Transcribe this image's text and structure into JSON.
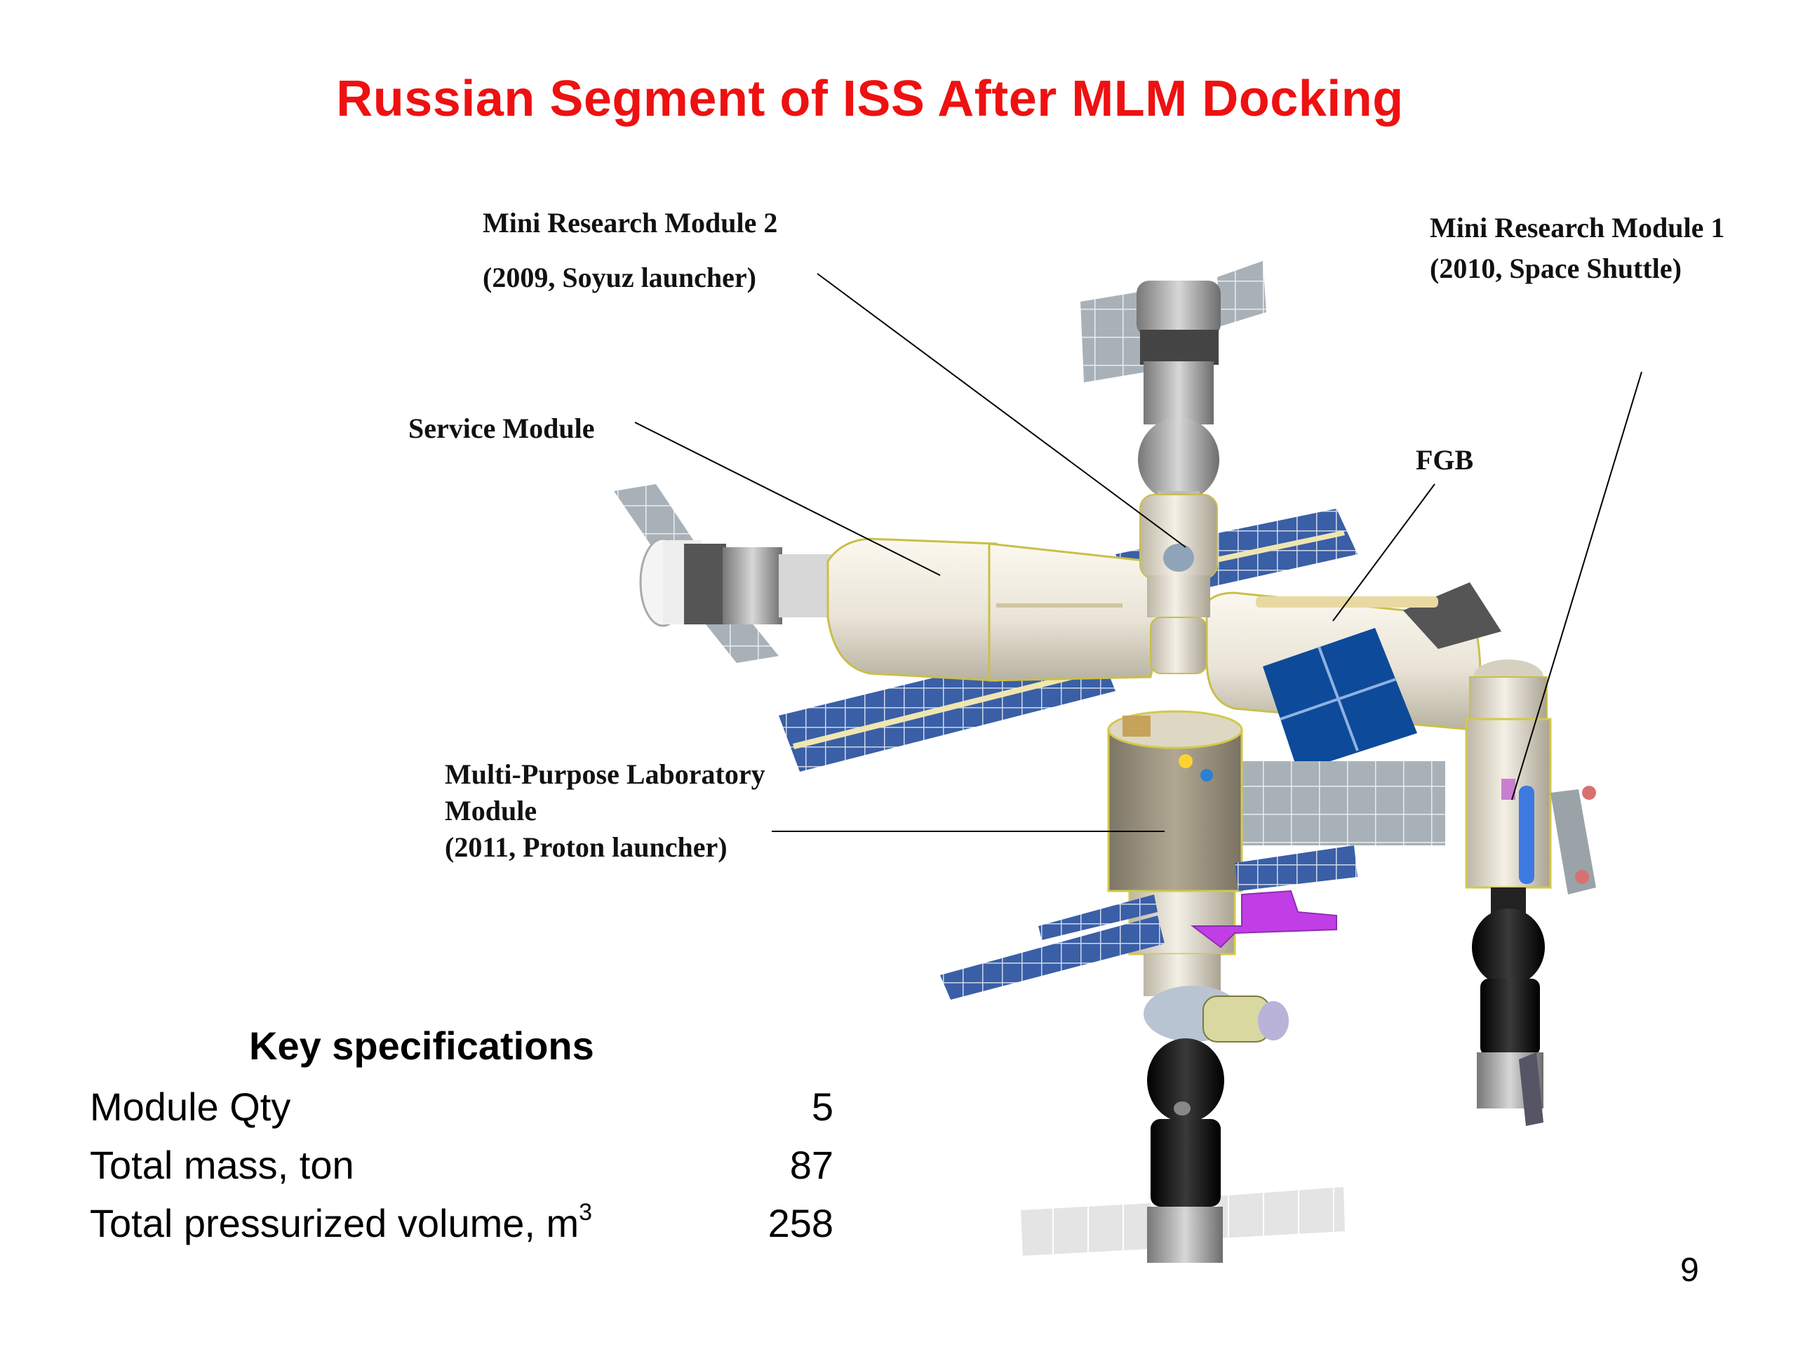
{
  "slide": {
    "title": "Russian Segment of ISS After MLM Docking",
    "page_number": "9"
  },
  "labels": {
    "mrm2_line1": "Mini Research Module 2",
    "mrm2_line2": "(2009, Soyuz launcher)",
    "mrm1_line1": "Mini Research Module  1",
    "mrm1_line2": "(2010, Space Shuttle)",
    "service_module": "Service Module",
    "fgb": "FGB",
    "mlm_line1": "Multi-Purpose Laboratory",
    "mlm_line2": "Module",
    "mlm_line3": "(2011, Proton launcher)"
  },
  "specs": {
    "heading": "Key specifications",
    "rows": [
      {
        "label": "Module Qty",
        "value": "5"
      },
      {
        "label": "Total mass, ton",
        "value": "87"
      },
      {
        "label": "Total pressurized volume, m",
        "sup": "3",
        "value": "258"
      }
    ]
  },
  "colors": {
    "title": "#ee1111",
    "solar_panel": "#3a5fa6",
    "module_body": "#e9e4d6",
    "mlm_body": "#a39a86",
    "soyuz_dark": "#111111",
    "fgb_panel": "#0d4a9a",
    "manipulator": "#c13ee6"
  }
}
